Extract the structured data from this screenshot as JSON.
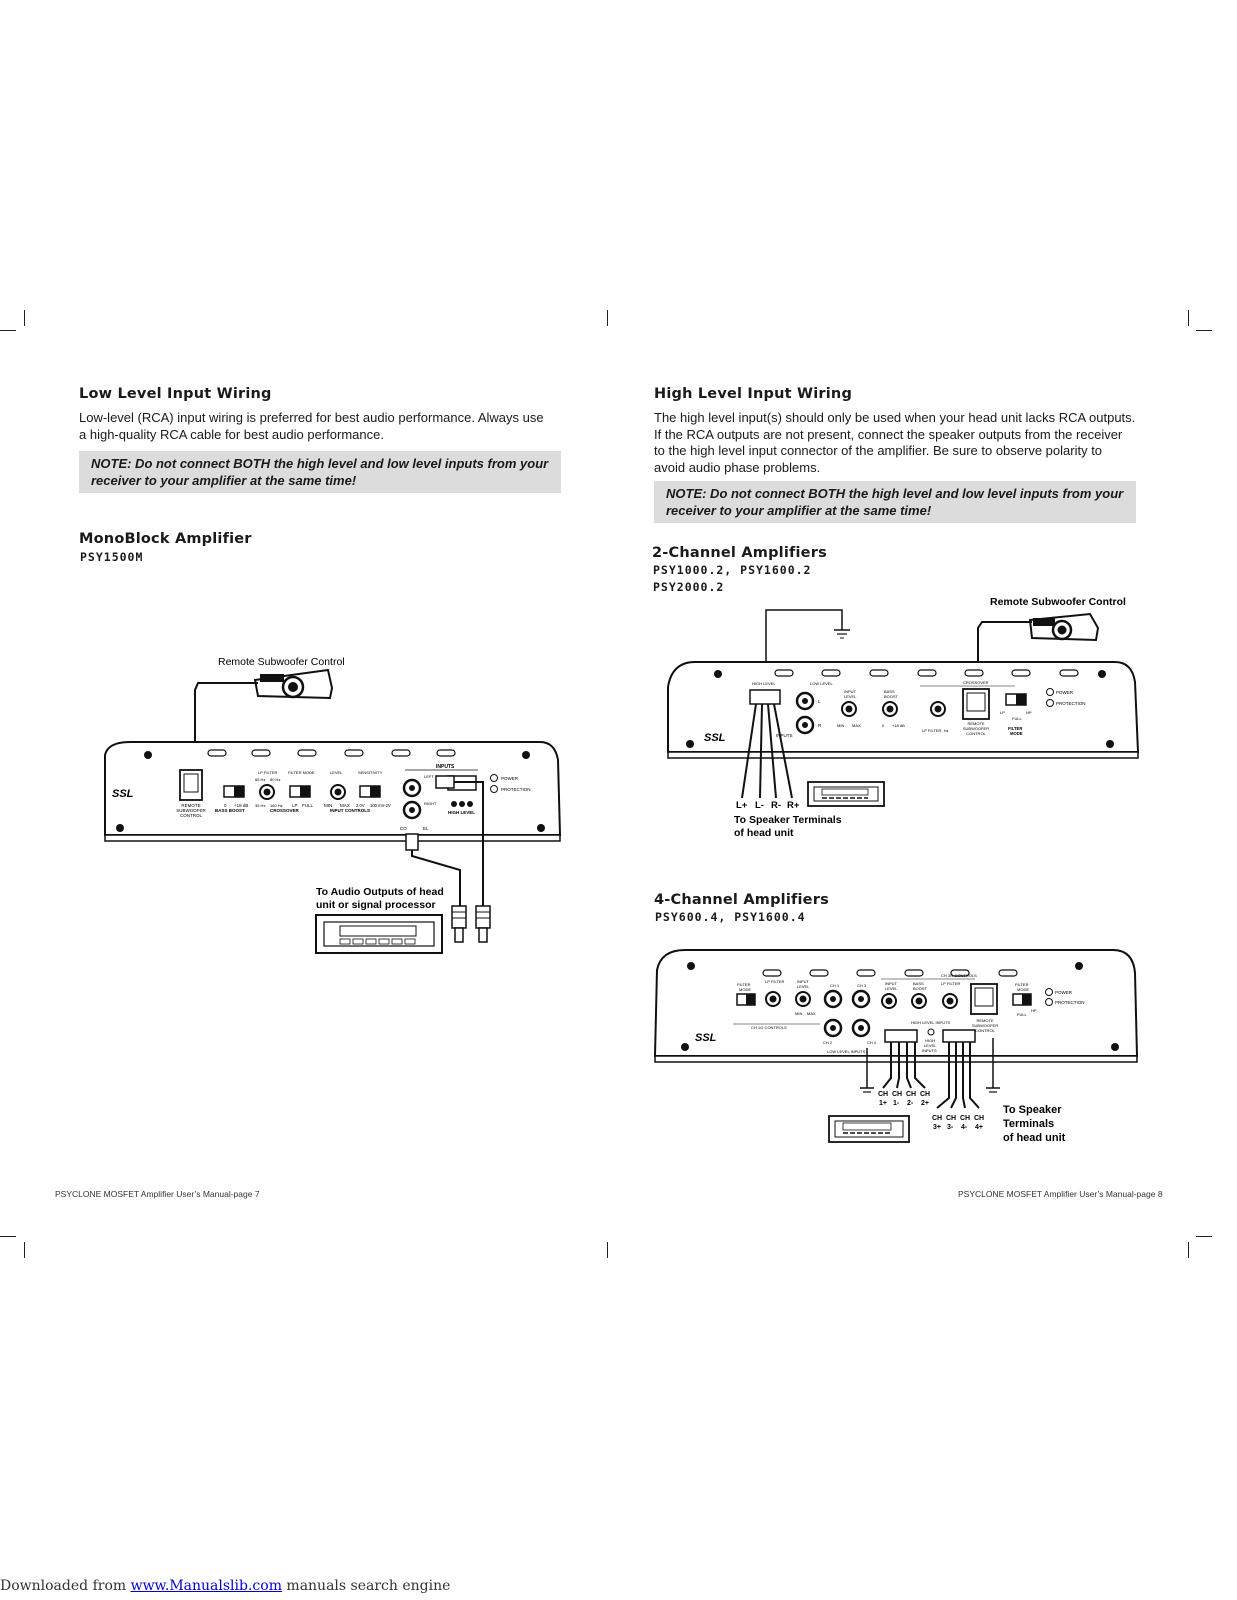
{
  "left_page": {
    "section_title": "Low Level Input Wiring",
    "paragraph_line1": "Low-level (RCA) input wiring is preferred for best audio performance. Always use",
    "paragraph_line2": "a high-quality RCA cable for best audio performance.",
    "note_line1": "NOTE: Do not connect BOTH the high level and low level inputs from your",
    "note_line2": "receiver to your amplifier at the same time!",
    "amp_title": "MonoBlock Amplifier",
    "amp_model": "PSY1500M",
    "diagram": {
      "remote_label": "Remote Subwoofer Control",
      "audio_outputs_line1": "To Audio Outputs of head",
      "audio_outputs_line2": "unit or signal processor",
      "panel_labels": {
        "remote": "REMOTE",
        "subwoofer": "SUBWOOFER",
        "control": "CONTROL",
        "bass_boost": "BASS BOOST",
        "bb_0": "0",
        "bb_18": "+18 dB",
        "lp_filter": "LP FILTER",
        "f65": "65 Hz",
        "f80": "80 Hz",
        "f35": "35 Hz",
        "f160": "160 Hz",
        "crossover": "CROSSOVER",
        "filter_mode": "FILTER MODE",
        "lp": "LP",
        "full": "FULL",
        "level": "LEVEL",
        "min": "MIN",
        "max": "MAX",
        "sensitivity": "SENSITIVITY",
        "s2": "2.0V",
        "s100": "100 mV-2V",
        "input_controls": "INPUT CONTROLS",
        "inputs": "INPUTS",
        "left": "LEFT",
        "right": "RIGHT",
        "high_level": "HIGH LEVEL",
        "power": "POWER",
        "protection": "PROTECTION",
        "ssl": "SSL",
        "low_level_partial1": "CO",
        "low_level_partial2": "EL"
      }
    },
    "footer": "PSYCLONE MOSFET Amplifier User’s Manual-page 7"
  },
  "right_page": {
    "section_title": "High Level Input Wiring",
    "paragraph_line1": "The high level input(s) should only be used when your head unit lacks RCA outputs.",
    "paragraph_line2": "If the RCA outputs are not present, connect the speaker outputs from the receiver",
    "paragraph_line3": "to the high level input connector of the amplifier. Be sure to observe polarity to",
    "paragraph_line4": "avoid audio phase problems.",
    "note_line1": "NOTE: Do not connect BOTH the high level and low level inputs from your",
    "note_line2": "receiver to your amplifier at the same time!",
    "two_ch_title": "2-Channel Amplifiers",
    "two_ch_models_line1": "PSY1000.2, PSY1600.2",
    "two_ch_models_line2": "PSY2000.2",
    "two_ch_diagram": {
      "remote_label": "Remote Subwoofer Control",
      "terminals": [
        "L+",
        "L-",
        "R-",
        "R+"
      ],
      "speaker_line1": "To Speaker Terminals",
      "speaker_line2": "of head unit",
      "panel_labels": {
        "high_level": "HIGH LEVEL",
        "low_level": "LOW LEVEL",
        "input_level1": "INPUT",
        "input_level2": "LEVEL",
        "bass_boost1": "BASS",
        "bass_boost2": "BOOST",
        "crossover": "CROSSOVER",
        "remote1": "REMOTE",
        "remote2": "SUBWOOFER",
        "remote3": "CONTROL",
        "filter_mode1": "FILTER",
        "filter_mode2": "MODE",
        "lp": "LP",
        "full": "FULL",
        "hp": "HP",
        "l": "L",
        "r": "R",
        "inputs": "INPUTS",
        "min": "MIN",
        "max": "MAX",
        "bb0": "0",
        "bb18": "+18 dB",
        "lp_filter_hz": "LP FILTER, Hz",
        "power": "POWER",
        "protection": "PROTECTION",
        "ssl": "SSL"
      }
    },
    "four_ch_title": "4-Channel Amplifiers",
    "four_ch_models": "PSY600.4, PSY1600.4",
    "four_ch_diagram": {
      "terminals_top": [
        "CH",
        "CH",
        "CH",
        "CH",
        "CH",
        "CH",
        "CH",
        "CH"
      ],
      "terminals_bottom": [
        "1+",
        "1-",
        "2-",
        "2+",
        "3+",
        "3-",
        "4-",
        "4+"
      ],
      "speaker_line1": "To Speaker",
      "speaker_line2": "Terminals",
      "speaker_line3": "of head unit",
      "panel_labels": {
        "filter_mode1": "FILTER",
        "filter_mode2": "MODE",
        "lp_filter": "LP FILTER",
        "input_level1": "INPUT",
        "input_level2": "LEVEL",
        "ch1": "CH 1",
        "ch2": "CH 2",
        "ch3": "CH 3",
        "ch4": "CH 4",
        "ch12_controls": "CH 1/2 CONTROLS",
        "ch34_controls": "CH 3/4 CONTROLS",
        "bass_boost1": "BASS",
        "bass_boost2": "BOOST",
        "high_level_inputs": "HIGH LEVEL INPUTS",
        "low_level_inputs": "LOW LEVEL INPUTS",
        "high": "HIGH",
        "level": "LEVEL",
        "inputs": "INPUTS",
        "remote1": "REMOTE",
        "remote2": "SUBWOOFER",
        "remote3": "CONTROL",
        "power": "POWER",
        "protection": "PROTECTION",
        "full": "FULL",
        "hp": "HP",
        "min": "MIN",
        "max": "MAX",
        "ssl": "SSL"
      }
    },
    "footer": "PSYCLONE MOSFET Amplifier User’s Manual-page 8"
  },
  "download_bar": {
    "prefix": "Downloaded from ",
    "link_text": "www.Manualslib.com",
    "suffix": "  manuals search engine"
  }
}
